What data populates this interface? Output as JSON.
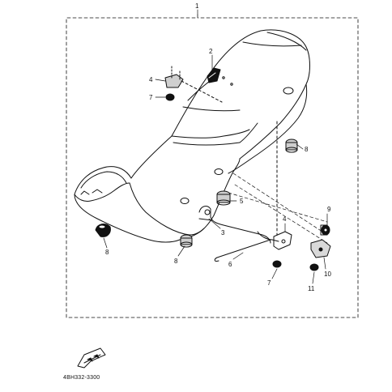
{
  "diagram": {
    "callouts": [
      "1",
      "2",
      "4",
      "7",
      "8",
      "8",
      "8",
      "9",
      "5",
      "3",
      "6",
      "4",
      "10",
      "7",
      "11"
    ],
    "drawing_number": "4BH332-3300",
    "front_icon_label": "FWD"
  }
}
